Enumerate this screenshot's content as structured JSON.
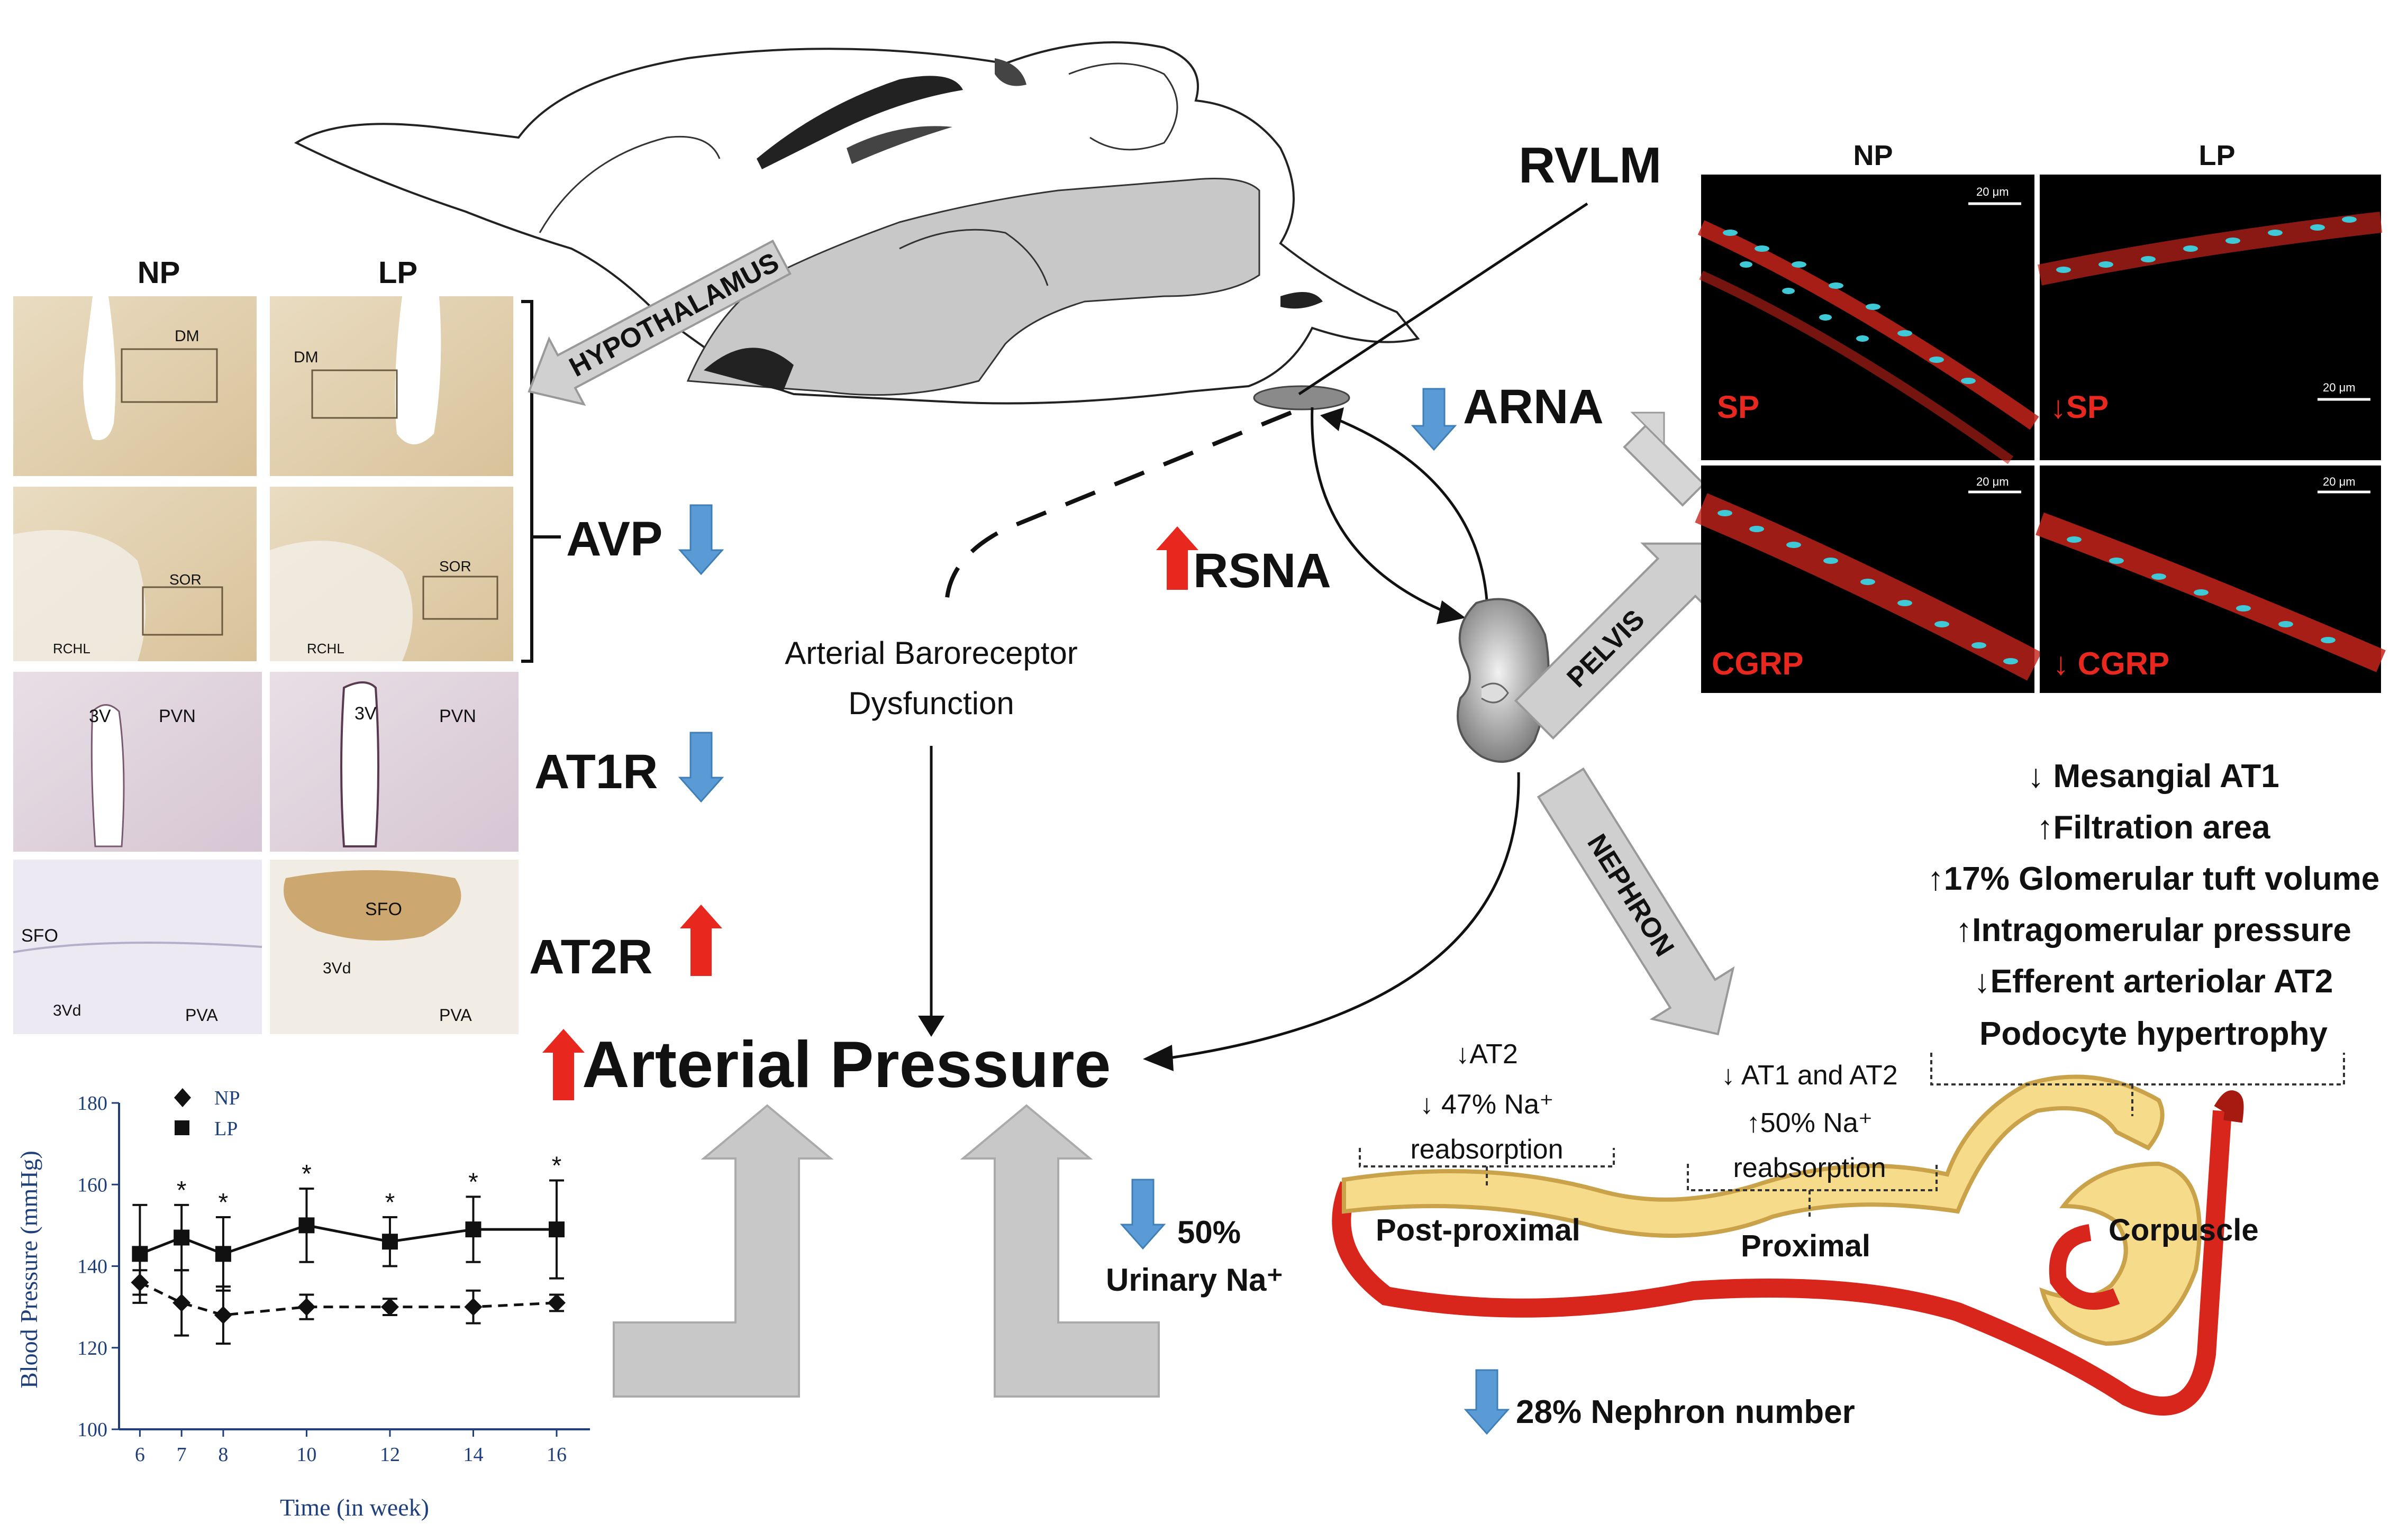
{
  "histology": {
    "col_np": "NP",
    "col_lp": "LP",
    "dm": "DM",
    "sor": "SOR",
    "rchl": "RCHL",
    "three_v": "3V",
    "pvn": "PVN",
    "sfo": "SFO",
    "three_vd": "3Vd",
    "pva": "PVA"
  },
  "brain": {
    "hypothalamus": "HYPOTHALAMUS",
    "rvlm": "RVLM"
  },
  "labels": {
    "avp": "AVP",
    "at1r": "AT1R",
    "at2r": "AT2R",
    "arterial_pressure": "Arterial Pressure",
    "baroreceptor_1": "Arterial Baroreceptor",
    "baroreceptor_2": "Dysfunction",
    "rsna": "RSNA",
    "arna": "ARNA",
    "pelvis": "PELVIS",
    "nephron": "NEPHRON",
    "urinary_pct": "50%",
    "urinary_na": "Urinary Na⁺"
  },
  "fluorescence": {
    "col_np": "NP",
    "col_lp": "LP",
    "sp_np": "SP",
    "sp_lp": "↓SP",
    "cgrp_np": "CGRP",
    "cgrp_lp": "↓ CGRP",
    "scale_np": "20 μm",
    "scale_lp": "20 μm"
  },
  "kidney_notes": {
    "glomerular": [
      "↓ Mesangial AT1",
      "↑Filtration area",
      "↑17% Glomerular tuft volume",
      "↑Intragomerular pressure",
      "↓Efferent arteriolar AT2",
      "Podocyte hypertrophy"
    ],
    "post_proximal": [
      "↓AT2",
      "↓ 47% Na⁺",
      "reabsorption"
    ],
    "proximal": [
      "↓ AT1 and AT2",
      "↑50% Na⁺",
      "reabsorption"
    ],
    "post_proximal_label": "Post-proximal",
    "proximal_label": "Proximal",
    "corpuscle": "Corpuscle",
    "nephron_number": "28% Nephron number"
  },
  "colors": {
    "up_arrow": "#e8281e",
    "down_arrow": "#5b9bd5",
    "tubule": "#f6dc8a",
    "vessel": "#d8261c",
    "gray_arrow": "#c8c8c8"
  },
  "chart_data": {
    "type": "line",
    "title": "",
    "xlabel": "Time (in week)",
    "ylabel": "Blood Pressure (mmHg)",
    "xlim": [
      5.5,
      16.8
    ],
    "ylim": [
      100,
      180
    ],
    "xticks": [
      6,
      7,
      8,
      10,
      12,
      14,
      16
    ],
    "yticks": [
      100,
      120,
      140,
      160,
      180
    ],
    "legend_position": "top-left",
    "series": [
      {
        "name": "NP",
        "marker": "diamond",
        "line": "dashed",
        "x": [
          6,
          7,
          8,
          10,
          12,
          14,
          16
        ],
        "y": [
          136,
          131,
          128,
          130,
          130,
          130,
          131
        ],
        "err": [
          3,
          8,
          7,
          3,
          2,
          4,
          2
        ]
      },
      {
        "name": "LP",
        "marker": "square",
        "line": "solid",
        "x": [
          6,
          7,
          8,
          10,
          12,
          14,
          16
        ],
        "y": [
          143,
          147,
          143,
          150,
          146,
          149,
          149
        ],
        "err": [
          12,
          8,
          9,
          9,
          6,
          8,
          12
        ]
      }
    ],
    "annotations": [
      {
        "x": 7,
        "text": "*"
      },
      {
        "x": 8,
        "text": "*"
      },
      {
        "x": 10,
        "text": "*"
      },
      {
        "x": 12,
        "text": "*"
      },
      {
        "x": 14,
        "text": "*"
      },
      {
        "x": 16,
        "text": "*"
      }
    ]
  }
}
